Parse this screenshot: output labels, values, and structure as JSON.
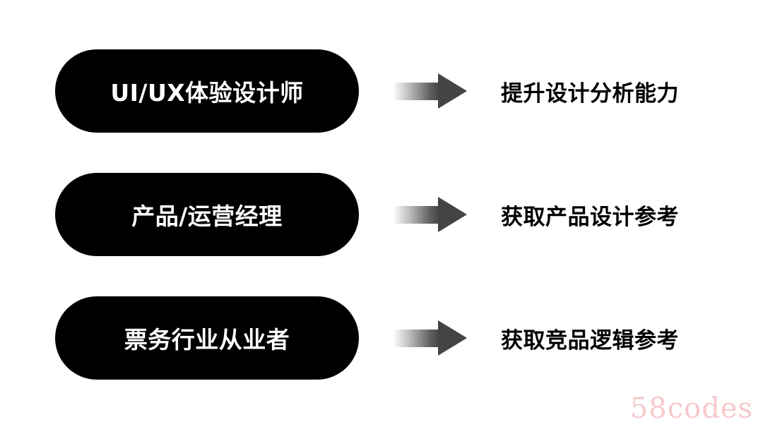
{
  "rows": [
    {
      "audience": "UI/UX体验设计师",
      "arrow_icon": "right-arrow-icon",
      "benefit": "提升设计分析能力"
    },
    {
      "audience": "产品/运营经理",
      "arrow_icon": "right-arrow-icon",
      "benefit": "获取产品设计参考"
    },
    {
      "audience": "票务行业从业者",
      "arrow_icon": "right-arrow-icon",
      "benefit": "获取竞品逻辑参考"
    }
  ],
  "colors": {
    "pill_background": "#000000",
    "pill_text": "#ffffff",
    "arrow": "#444444",
    "benefit_text": "#000000",
    "watermark": "#f6c9cc"
  },
  "watermark": "58codes"
}
